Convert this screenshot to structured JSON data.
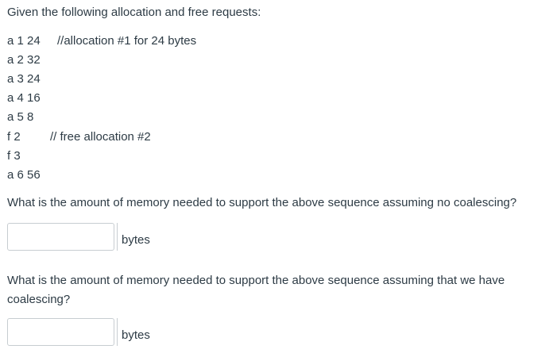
{
  "intro": "Given the following allocation and free requests:",
  "sequence": [
    {
      "command": "a 1 24",
      "comment": "//allocation #1 for 24 bytes"
    },
    {
      "command": "a 2 32",
      "comment": ""
    },
    {
      "command": "a 3 24",
      "comment": ""
    },
    {
      "command": "a 4 16",
      "comment": ""
    },
    {
      "command": "a 5 8",
      "comment": ""
    },
    {
      "command": "f 2",
      "comment": "// free allocation #2"
    },
    {
      "command": "f 3",
      "comment": ""
    },
    {
      "command": "a 6 56",
      "comment": ""
    }
  ],
  "question1": {
    "text": "What is the amount of memory needed to support the above sequence assuming no coalescing?",
    "answer_value": "",
    "unit": "bytes"
  },
  "question2": {
    "text": "What is the amount of memory needed to support the above sequence assuming that we have coalescing?",
    "answer_value": "",
    "unit": "bytes"
  }
}
